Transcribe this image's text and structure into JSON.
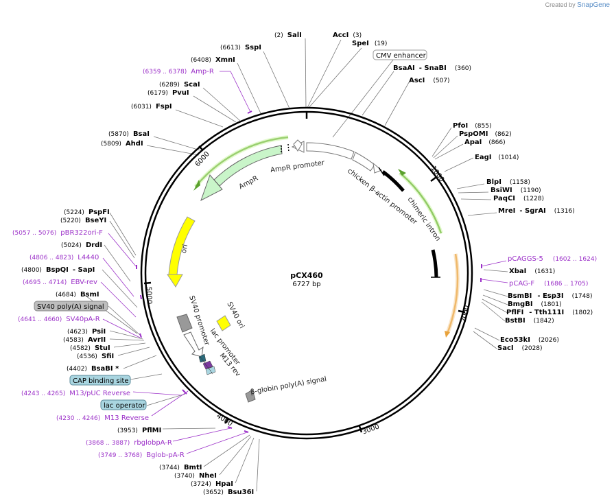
{
  "brand": {
    "prefix": "Created by",
    "name": "SnapGene"
  },
  "plasmid": {
    "name": "pCX460",
    "size": "6727 bp"
  },
  "colors": {
    "primer": "#9b30c8",
    "ampr": "#c9f5c9",
    "ori": "#ffff00",
    "intron": "#5aa02c",
    "orange": "#e8a23c",
    "gray": "#999999",
    "box_blue": "#a9d5e0"
  },
  "ticks": {
    "t1000": "1000",
    "t2000": "2000",
    "t3000": "3000",
    "t4000": "4000",
    "t5000": "5000",
    "t6000": "6000"
  },
  "features": {
    "ampr_promoter": "AmpR promoter",
    "ampr": "AmpR",
    "cba_promoter": "chicken β-actin promoter",
    "chimeric_intron": "chimeric intron",
    "ori": "ori",
    "sv40_promoter": "SV40 promoter",
    "sv40_ori": "SV40 ori",
    "lac_promoter": "lac promoter",
    "m13rev": "M13 rev",
    "bglobin": "β-globin poly(A) signal"
  },
  "labels": {
    "sali": {
      "pos": "(2)",
      "name": "SalI"
    },
    "acci": {
      "pos": "(3)",
      "name": "AccI"
    },
    "spei": {
      "pos": "(19)",
      "name": "SpeI"
    },
    "cmv": {
      "name": "CMV enhancer"
    },
    "bsaai": {
      "name": "BsaAI",
      "name2": "- SnaBI",
      "pos": "(360)"
    },
    "asci": {
      "name": "AscI",
      "pos": "(507)"
    },
    "sspi": {
      "pos": "(6613)",
      "name": "SspI"
    },
    "xmni": {
      "pos": "(6408)",
      "name": "XmnI"
    },
    "ampr_primer": {
      "pos": "(6359 .. 6378)",
      "name": "Amp-R"
    },
    "scai": {
      "pos": "(6289)",
      "name": "ScaI"
    },
    "pvui": {
      "pos": "(6179)",
      "name": "PvuI"
    },
    "fspi": {
      "pos": "(6031)",
      "name": "FspI"
    },
    "bsai": {
      "pos": "(5870)",
      "name": "BsaI"
    },
    "ahdi": {
      "pos": "(5809)",
      "name": "AhdI"
    },
    "pfoi": {
      "name": "PfoI",
      "pos": "(855)"
    },
    "psppomi": {
      "name": "PspOMI",
      "pos": "(862)"
    },
    "apai": {
      "name": "ApaI",
      "pos": "(866)"
    },
    "eagi": {
      "name": "EagI",
      "pos": "(1014)"
    },
    "blpi": {
      "name": "BlpI",
      "pos": "(1158)"
    },
    "bsiwi": {
      "name": "BsiWI",
      "pos": "(1190)"
    },
    "paqci": {
      "name": "PaqCI",
      "pos": "(1228)"
    },
    "mrei": {
      "name": "MreI",
      "name2": "- SgrAI",
      "pos": "(1316)"
    },
    "pcaggs5": {
      "name": "pCAGGS-5",
      "pos": "(1602 .. 1624)"
    },
    "xbai": {
      "name": "XbaI",
      "pos": "(1631)"
    },
    "pcagf": {
      "name": "pCAG-F",
      "pos": "(1686 .. 1705)"
    },
    "bsmbi": {
      "name": "BsmBI",
      "name2": "- Esp3I",
      "pos": "(1748)"
    },
    "bmgbi": {
      "name": "BmgBI",
      "pos": "(1801)"
    },
    "pflfi": {
      "name": "PflFI",
      "name2": "- Tth111I",
      "pos": "(1802)"
    },
    "bstbi": {
      "name": "BstBI",
      "pos": "(1842)"
    },
    "eco53ki": {
      "name": "Eco53kI",
      "pos": "(2026)"
    },
    "saci": {
      "name": "SacI",
      "pos": "(2028)"
    },
    "pspfi": {
      "pos": "(5224)",
      "name": "PspFI"
    },
    "bseyi": {
      "pos": "(5220)",
      "name": "BseYI"
    },
    "pbr322": {
      "pos": "(5057 .. 5076)",
      "name": "pBR322ori-F"
    },
    "drdi": {
      "pos": "(5024)",
      "name": "DrdI"
    },
    "l4440": {
      "pos": "(4806 .. 4823)",
      "name": "L4440"
    },
    "bspqi": {
      "pos": "(4800)",
      "name": "BspQI",
      "name2": "- SapI"
    },
    "ebvrev": {
      "pos": "(4695 .. 4714)",
      "name": "EBV-rev"
    },
    "bsmi": {
      "pos": "(4684)",
      "name": "BsmI"
    },
    "sv40polya": {
      "name": "SV40 poly(A) signal"
    },
    "sv40par": {
      "pos": "(4641 .. 4660)",
      "name": "SV40pA-R"
    },
    "psii": {
      "pos": "(4623)",
      "name": "PsiI"
    },
    "avrii": {
      "pos": "(4583)",
      "name": "AvrII"
    },
    "stui": {
      "pos": "(4582)",
      "name": "StuI"
    },
    "sfii": {
      "pos": "(4536)",
      "name": "SfiI"
    },
    "bsabi": {
      "pos": "(4402)",
      "name": "BsaBI *"
    },
    "cap": {
      "name": "CAP binding site"
    },
    "m13puc": {
      "pos": "(4243 .. 4265)",
      "name": "M13/pUC Reverse"
    },
    "lacop": {
      "name": "lac operator"
    },
    "m13rev": {
      "pos": "(4230 .. 4246)",
      "name": "M13 Reverse"
    },
    "pflmi": {
      "pos": "(3953)",
      "name": "PflMI"
    },
    "rbglob": {
      "pos": "(3868 .. 3887)",
      "name": "rbglobpA-R"
    },
    "bglobpa": {
      "pos": "(3749 .. 3768)",
      "name": "Bglob-pA-R"
    },
    "bmti": {
      "pos": "(3744)",
      "name": "BmtI"
    },
    "nhei": {
      "pos": "(3740)",
      "name": "NheI"
    },
    "hpai": {
      "pos": "(3724)",
      "name": "HpaI"
    },
    "bsu36i": {
      "pos": "(3652)",
      "name": "Bsu36I"
    }
  }
}
